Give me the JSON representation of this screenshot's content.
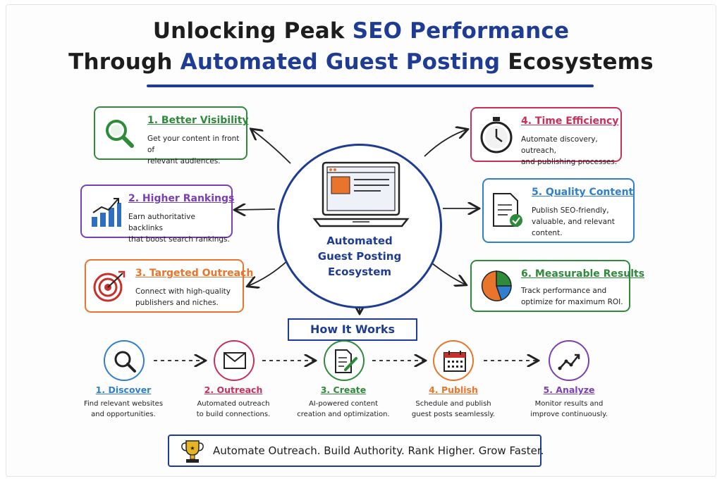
{
  "title": {
    "line1_prefix": "Unlocking Peak ",
    "line1_highlight": "SEO Performance",
    "line2_prefix": "Through ",
    "line2_highlight": "Automated Guest Posting",
    "line2_suffix": " Ecosystems"
  },
  "hub": {
    "label_line1": "Automated",
    "label_line2": "Guest Posting",
    "label_line3": "Ecosystem"
  },
  "benefits": [
    {
      "title": "1. Better Visibility",
      "desc_line1": "Get your content in front of",
      "desc_line2": "relevant audiences.",
      "desc_line3": "",
      "color": "#2e8b3a",
      "icon": "magnifier-icon"
    },
    {
      "title": "2. Higher Rankings",
      "desc_line1": "Earn authoritative backlinks",
      "desc_line2": "that boost search rankings.",
      "desc_line3": "",
      "color": "#7b3fb5",
      "icon": "bar-chart-icon"
    },
    {
      "title": "3. Targeted Outreach",
      "desc_line1": "Connect with high-quality",
      "desc_line2": "publishers and niches.",
      "desc_line3": "",
      "color": "#e8752b",
      "icon": "target-icon"
    },
    {
      "title": "4. Time Efficiency",
      "desc_line1": "Automate discovery, outreach,",
      "desc_line2": "and publishing processes.",
      "desc_line3": "",
      "color": "#c8305a",
      "icon": "stopwatch-icon"
    },
    {
      "title": "5. Quality Content",
      "desc_line1": "Publish SEO-friendly,",
      "desc_line2": "valuable, and relevant",
      "desc_line3": "content.",
      "color": "#2f7fd0",
      "icon": "document-check-icon"
    },
    {
      "title": "6. Measurable Results",
      "desc_line1": "Track performance and",
      "desc_line2": "optimize for maximum ROI.",
      "desc_line3": "",
      "color": "#2e8b3a",
      "icon": "pie-chart-icon"
    }
  ],
  "how_it_works": {
    "heading": "How It Works"
  },
  "steps": [
    {
      "title": "1. Discover",
      "desc_line1": "Find relevant websites",
      "desc_line2": "and opportunities.",
      "color": "#2f7fd0",
      "icon": "search-icon"
    },
    {
      "title": "2. Outreach",
      "desc_line1": "Automated outreach",
      "desc_line2": "to build connections.",
      "color": "#c8305a",
      "icon": "envelope-icon"
    },
    {
      "title": "3. Create",
      "desc_line1": "AI-powered content",
      "desc_line2": "creation and optimization.",
      "color": "#2e8b3a",
      "icon": "document-pen-icon"
    },
    {
      "title": "4. Publish",
      "desc_line1": "Schedule and publish",
      "desc_line2": "guest posts seamlessly.",
      "color": "#e8752b",
      "icon": "calendar-icon"
    },
    {
      "title": "5. Analyze",
      "desc_line1": "Monitor results and",
      "desc_line2": "improve continuously.",
      "color": "#7b3fb5",
      "icon": "trend-line-icon"
    }
  ],
  "banner": {
    "text": "Automate Outreach. Build Authority. Rank Higher. Grow Faster.",
    "icon": "trophy-icon"
  }
}
